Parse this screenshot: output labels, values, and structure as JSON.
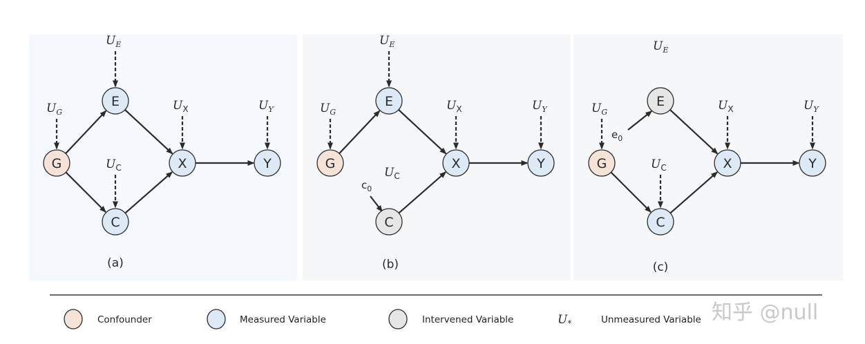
{
  "colors": {
    "confounder": "#f6e3d8",
    "measured": "#dde9f5",
    "intervened": "#e6e6e6",
    "edge": "#2b2b2b"
  },
  "panels": [
    {
      "id": "a",
      "caption": "(a)",
      "nodes": [
        {
          "id": "G",
          "label": "G",
          "type": "confounder"
        },
        {
          "id": "E",
          "label": "E",
          "type": "measured"
        },
        {
          "id": "C",
          "label": "C",
          "type": "measured"
        },
        {
          "id": "X",
          "label": "X",
          "type": "measured"
        },
        {
          "id": "Y",
          "label": "Y",
          "type": "measured"
        }
      ],
      "edges": [
        {
          "from": "G",
          "to": "E"
        },
        {
          "from": "G",
          "to": "C"
        },
        {
          "from": "E",
          "to": "X"
        },
        {
          "from": "C",
          "to": "X"
        },
        {
          "from": "X",
          "to": "Y"
        }
      ],
      "noise": [
        {
          "target": "E",
          "symbol": "U",
          "sub": "E",
          "sub_italic": true,
          "arrow": true
        },
        {
          "target": "G",
          "symbol": "U",
          "sub": "G",
          "sub_italic": true,
          "arrow": true
        },
        {
          "target": "C",
          "symbol": "U",
          "sub": "C",
          "sub_italic": false,
          "arrow": true
        },
        {
          "target": "X",
          "symbol": "U",
          "sub": "X",
          "sub_italic": false,
          "arrow": true
        },
        {
          "target": "Y",
          "symbol": "U",
          "sub": "Y",
          "sub_italic": true,
          "arrow": true
        }
      ],
      "interventions": []
    },
    {
      "id": "b",
      "caption": "(b)",
      "nodes": [
        {
          "id": "G",
          "label": "G",
          "type": "confounder"
        },
        {
          "id": "E",
          "label": "E",
          "type": "measured"
        },
        {
          "id": "C",
          "label": "C",
          "type": "intervened"
        },
        {
          "id": "X",
          "label": "X",
          "type": "measured"
        },
        {
          "id": "Y",
          "label": "Y",
          "type": "measured"
        }
      ],
      "edges": [
        {
          "from": "G",
          "to": "E"
        },
        {
          "from": "E",
          "to": "X"
        },
        {
          "from": "C",
          "to": "X"
        },
        {
          "from": "X",
          "to": "Y"
        }
      ],
      "noise": [
        {
          "target": "E",
          "symbol": "U",
          "sub": "E",
          "sub_italic": true,
          "arrow": true
        },
        {
          "target": "G",
          "symbol": "U",
          "sub": "G",
          "sub_italic": true,
          "arrow": true
        },
        {
          "target": "C",
          "symbol": "U",
          "sub": "C",
          "sub_italic": false,
          "arrow": false
        },
        {
          "target": "X",
          "symbol": "U",
          "sub": "X",
          "sub_italic": false,
          "arrow": true
        },
        {
          "target": "Y",
          "symbol": "U",
          "sub": "Y",
          "sub_italic": true,
          "arrow": true
        }
      ],
      "interventions": [
        {
          "target": "C",
          "symbol": "c",
          "sub": "0"
        }
      ]
    },
    {
      "id": "c",
      "caption": "(c)",
      "nodes": [
        {
          "id": "G",
          "label": "G",
          "type": "confounder"
        },
        {
          "id": "E",
          "label": "E",
          "type": "intervened"
        },
        {
          "id": "C",
          "label": "C",
          "type": "measured"
        },
        {
          "id": "X",
          "label": "X",
          "type": "measured"
        },
        {
          "id": "Y",
          "label": "Y",
          "type": "measured"
        }
      ],
      "edges": [
        {
          "from": "G",
          "to": "C"
        },
        {
          "from": "E",
          "to": "X"
        },
        {
          "from": "C",
          "to": "X"
        },
        {
          "from": "X",
          "to": "Y"
        }
      ],
      "noise": [
        {
          "target": "E",
          "symbol": "U",
          "sub": "E",
          "sub_italic": true,
          "arrow": false
        },
        {
          "target": "G",
          "symbol": "U",
          "sub": "G",
          "sub_italic": true,
          "arrow": true
        },
        {
          "target": "C",
          "symbol": "U",
          "sub": "C",
          "sub_italic": false,
          "arrow": true
        },
        {
          "target": "X",
          "symbol": "U",
          "sub": "X",
          "sub_italic": false,
          "arrow": true
        },
        {
          "target": "Y",
          "symbol": "U",
          "sub": "Y",
          "sub_italic": true,
          "arrow": true
        }
      ],
      "interventions": [
        {
          "target": "E",
          "symbol": "e",
          "sub": "0"
        }
      ]
    }
  ],
  "legend": {
    "items": [
      {
        "kind": "circle",
        "type": "confounder",
        "label": "Confounder"
      },
      {
        "kind": "circle",
        "type": "measured",
        "label": "Measured Variable"
      },
      {
        "kind": "circle",
        "type": "intervened",
        "label": "Intervened Variable"
      },
      {
        "kind": "symbol",
        "symbol": "U",
        "sub": "*",
        "label": "Unmeasured Variable"
      }
    ]
  },
  "watermark": "知乎 @null"
}
